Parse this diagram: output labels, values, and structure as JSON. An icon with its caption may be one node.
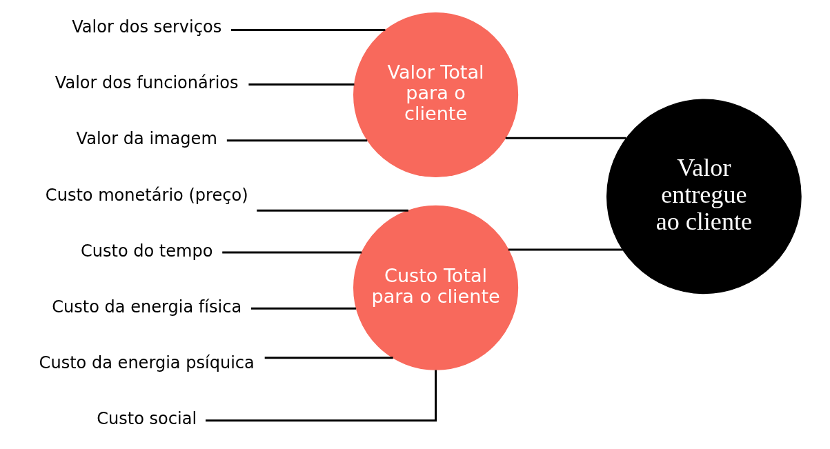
{
  "diagram": {
    "nodes": [
      {
        "text": [
          "Valor dos serviços"
        ]
      },
      {
        "text": [
          "Valor dos funcionários"
        ]
      },
      {
        "text": [
          "Valor da imagem"
        ]
      },
      {
        "text": [
          "Valor Total para o cliente"
        ]
      },
      {
        "text": [
          "Custo monetário (preço)"
        ]
      },
      {
        "text": [
          "Custo do tempo"
        ]
      },
      {
        "text": [
          "Custo da energia física"
        ]
      },
      {
        "text": [
          "Custo da energia psíquica"
        ]
      },
      {
        "text": [
          "Custo social"
        ]
      },
      {
        "text": [
          "Custo Total para o cliente"
        ]
      },
      {
        "text": [
          "Valor entregue ao cliente"
        ]
      }
    ],
    "edges": [
      {
        "from": 0,
        "to": 3,
        "arrow": "none"
      },
      {
        "from": 1,
        "to": 3,
        "arrow": "none"
      },
      {
        "from": 2,
        "to": 3,
        "arrow": "none"
      },
      {
        "from": 4,
        "to": 9,
        "arrow": "none"
      },
      {
        "from": 5,
        "to": 9,
        "arrow": "none"
      },
      {
        "from": 6,
        "to": 9,
        "arrow": "none"
      },
      {
        "from": 7,
        "to": 9,
        "arrow": "none"
      },
      {
        "from": 8,
        "to": 9,
        "arrow": "none"
      },
      {
        "from": 3,
        "to": 10,
        "arrow": "none"
      },
      {
        "from": 9,
        "to": 10,
        "arrow": "none"
      }
    ]
  }
}
